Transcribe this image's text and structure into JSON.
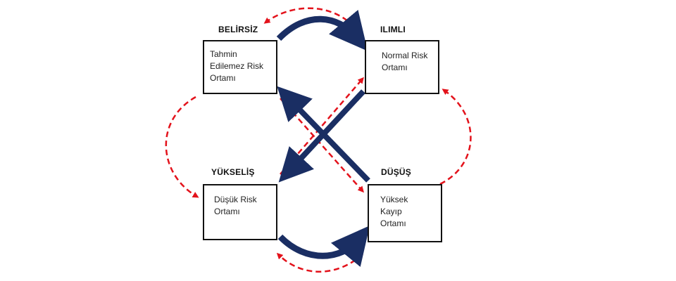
{
  "states": {
    "belirsiz": {
      "title": "BELİRSİZ",
      "lines": [
        "Tahmin",
        "Edilemez Risk",
        "Ortamı"
      ]
    },
    "ilimli": {
      "title": "ILIMLI",
      "lines": [
        "Normal Risk",
        "Ortamı"
      ]
    },
    "yukselis": {
      "title": "YÜKSELİŞ",
      "lines": [
        "Düşük Risk",
        "Ortamı"
      ]
    },
    "dusus": {
      "title": "DÜŞÜŞ",
      "lines": [
        "Yüksek",
        "Kayıp",
        "Ortamı"
      ]
    }
  },
  "colors": {
    "solid_arrow": "#1a2e63",
    "dashed_arrow": "#e3121b",
    "box_border": "#111111"
  }
}
